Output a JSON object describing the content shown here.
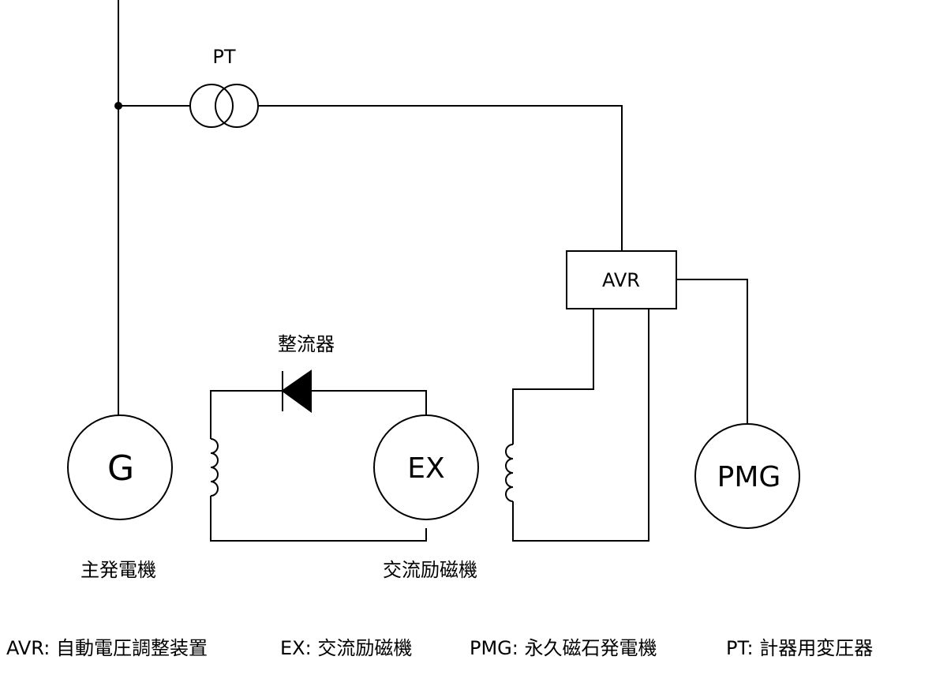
{
  "labels": {
    "pt": "PT",
    "avr": "AVR",
    "rectifier": "整流器",
    "generator": "G",
    "exciter": "EX",
    "pmg": "PMG",
    "generator_caption": "主発電機",
    "exciter_caption": "交流励磁機"
  },
  "legend": [
    "AVR: 自動電圧調整装置",
    "EX: 交流励磁機",
    "PMG: 永久磁石発電機",
    "PT: 計器用変圧器"
  ]
}
